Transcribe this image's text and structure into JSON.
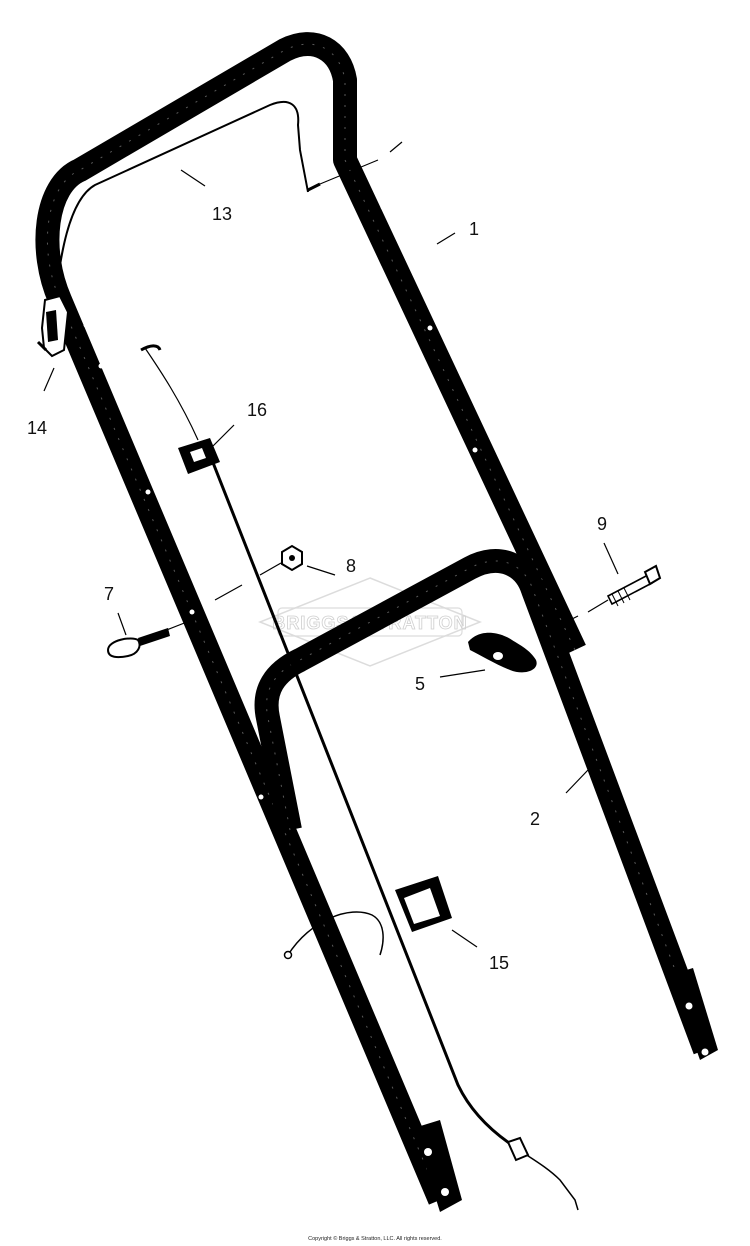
{
  "diagram": {
    "watermark": "BRIGGS&STRATTON",
    "copyright": "Copyright © Briggs & Stratton, LLC. All rights reserved.",
    "callouts": {
      "c1": "1",
      "c2": "2",
      "c5": "5",
      "c7": "7",
      "c8": "8",
      "c9": "9",
      "c13": "13",
      "c14": "14",
      "c15": "15",
      "c16": "16"
    }
  }
}
